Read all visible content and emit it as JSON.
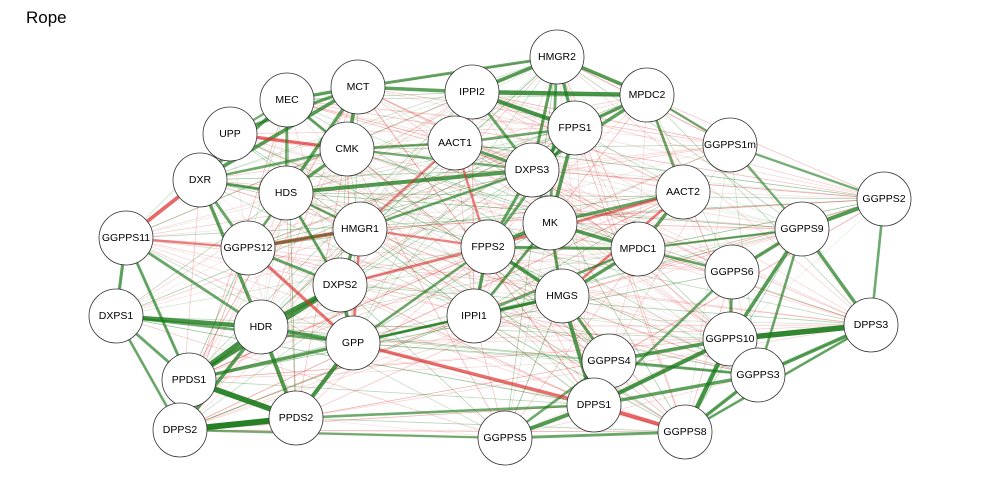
{
  "title": "Rope",
  "colors": {
    "positive": "#1a7a1a",
    "negative": "#e03030",
    "node_fill": "#ffffff",
    "node_stroke": "#333333",
    "background": "#ffffff"
  },
  "nodes": [
    {
      "id": "HMGR2",
      "label": "HMGR2"
    },
    {
      "id": "MPDC2",
      "label": "MPDC2"
    },
    {
      "id": "IPPI2",
      "label": "IPPI2"
    },
    {
      "id": "MCT",
      "label": "MCT"
    },
    {
      "id": "MEC",
      "label": "MEC"
    },
    {
      "id": "FPPS1",
      "label": "FPPS1"
    },
    {
      "id": "UPP",
      "label": "UPP"
    },
    {
      "id": "AACT1",
      "label": "AACT1"
    },
    {
      "id": "CMK",
      "label": "CMK"
    },
    {
      "id": "GGPPS1m",
      "label": "GGPPS1m"
    },
    {
      "id": "DXPS3",
      "label": "DXPS3"
    },
    {
      "id": "DXR",
      "label": "DXR"
    },
    {
      "id": "HDS",
      "label": "HDS"
    },
    {
      "id": "AACT2",
      "label": "AACT2"
    },
    {
      "id": "GGPPS2",
      "label": "GGPPS2"
    },
    {
      "id": "GGPPS11",
      "label": "GGPPS11"
    },
    {
      "id": "HMGR1",
      "label": "HMGR1"
    },
    {
      "id": "MK",
      "label": "MK"
    },
    {
      "id": "GGPPS9",
      "label": "GGPPS9"
    },
    {
      "id": "GGPPS12",
      "label": "GGPPS12"
    },
    {
      "id": "FPPS2",
      "label": "FPPS2"
    },
    {
      "id": "MPDC1",
      "label": "MPDC1"
    },
    {
      "id": "GGPPS6",
      "label": "GGPPS6"
    },
    {
      "id": "DXPS2",
      "label": "DXPS2"
    },
    {
      "id": "HMGS",
      "label": "HMGS"
    },
    {
      "id": "DXPS1",
      "label": "DXPS1"
    },
    {
      "id": "IPPI1",
      "label": "IPPI1"
    },
    {
      "id": "DPPS3",
      "label": "DPPS3"
    },
    {
      "id": "HDR",
      "label": "HDR"
    },
    {
      "id": "GPP",
      "label": "GPP"
    },
    {
      "id": "GGPPS10",
      "label": "GGPPS10"
    },
    {
      "id": "GGPPS4",
      "label": "GGPPS4"
    },
    {
      "id": "PPDS1",
      "label": "PPDS1"
    },
    {
      "id": "GGPPS3",
      "label": "GGPPS3"
    },
    {
      "id": "DPPS1",
      "label": "DPPS1"
    },
    {
      "id": "PPDS2",
      "label": "PPDS2"
    },
    {
      "id": "DPPS2",
      "label": "DPPS2"
    },
    {
      "id": "GGPPS8",
      "label": "GGPPS8"
    },
    {
      "id": "GGPPS5",
      "label": "GGPPS5"
    }
  ],
  "edges": [
    {
      "source": "PPDS2",
      "target": "DPPS2",
      "sign": "positive",
      "strength": 1.0
    },
    {
      "source": "PPDS1",
      "target": "PPDS2",
      "sign": "positive",
      "strength": 0.9
    },
    {
      "source": "PPDS1",
      "target": "DPPS2",
      "sign": "positive",
      "strength": 0.6
    },
    {
      "source": "HDR",
      "target": "PPDS1",
      "sign": "positive",
      "strength": 0.75
    },
    {
      "source": "HDR",
      "target": "DXPS1",
      "sign": "positive",
      "strength": 0.7
    },
    {
      "source": "HDR",
      "target": "DXPS2",
      "sign": "positive",
      "strength": 0.75
    },
    {
      "source": "HDR",
      "target": "GPP",
      "sign": "positive",
      "strength": 0.55
    },
    {
      "source": "HDR",
      "target": "PPDS2",
      "sign": "positive",
      "strength": 0.6
    },
    {
      "source": "GPP",
      "target": "PPDS2",
      "sign": "positive",
      "strength": 0.65
    },
    {
      "source": "GPP",
      "target": "DXPS2",
      "sign": "positive",
      "strength": 0.55
    },
    {
      "source": "GPP",
      "target": "PPDS1",
      "sign": "positive",
      "strength": 0.5
    },
    {
      "source": "DXPS2",
      "target": "PPDS1",
      "sign": "positive",
      "strength": 0.6
    },
    {
      "source": "DXPS2",
      "target": "HMGR1",
      "sign": "positive",
      "strength": 0.5
    },
    {
      "source": "DXPS2",
      "target": "GGPPS12",
      "sign": "positive",
      "strength": 0.4
    },
    {
      "source": "GGPPS12",
      "target": "HMGR1",
      "sign": "negative",
      "strength": 0.6
    },
    {
      "source": "GGPPS12",
      "target": "GPP",
      "sign": "negative",
      "strength": 0.45
    },
    {
      "source": "GGPPS12",
      "target": "DXR",
      "sign": "positive",
      "strength": 0.4
    },
    {
      "source": "GGPPS12",
      "target": "HDS",
      "sign": "positive",
      "strength": 0.35
    },
    {
      "source": "DXR",
      "target": "GGPPS11",
      "sign": "negative",
      "strength": 0.55
    },
    {
      "source": "DXR",
      "target": "HDS",
      "sign": "positive",
      "strength": 0.45
    },
    {
      "source": "DXR",
      "target": "UPP",
      "sign": "positive",
      "strength": 0.4
    },
    {
      "source": "DXR",
      "target": "MEC",
      "sign": "positive",
      "strength": 0.5
    },
    {
      "source": "DXR",
      "target": "MCT",
      "sign": "positive",
      "strength": 0.55
    },
    {
      "source": "DXR",
      "target": "CMK",
      "sign": "positive",
      "strength": 0.35
    },
    {
      "source": "DXR",
      "target": "HDR",
      "sign": "positive",
      "strength": 0.5
    },
    {
      "source": "UPP",
      "target": "CMK",
      "sign": "negative",
      "strength": 0.5
    },
    {
      "source": "UPP",
      "target": "MCT",
      "sign": "positive",
      "strength": 0.45
    },
    {
      "source": "UPP",
      "target": "MEC",
      "sign": "positive",
      "strength": 0.3
    },
    {
      "source": "MEC",
      "target": "MCT",
      "sign": "positive",
      "strength": 0.5
    },
    {
      "source": "MEC",
      "target": "CMK",
      "sign": "positive",
      "strength": 0.4
    },
    {
      "source": "MEC",
      "target": "HDS",
      "sign": "positive",
      "strength": 0.35
    },
    {
      "source": "MCT",
      "target": "CMK",
      "sign": "positive",
      "strength": 0.55
    },
    {
      "source": "MCT",
      "target": "IPPI2",
      "sign": "positive",
      "strength": 0.5
    },
    {
      "source": "MCT",
      "target": "HMGR2",
      "sign": "positive",
      "strength": 0.4
    },
    {
      "source": "MCT",
      "target": "HDS",
      "sign": "positive",
      "strength": 0.5
    },
    {
      "source": "CMK",
      "target": "HDS",
      "sign": "positive",
      "strength": 0.5
    },
    {
      "source": "CMK",
      "target": "AACT1",
      "sign": "positive",
      "strength": 0.35
    },
    {
      "source": "CMK",
      "target": "DXPS3",
      "sign": "positive",
      "strength": 0.3
    },
    {
      "source": "HDS",
      "target": "DXPS3",
      "sign": "positive",
      "strength": 0.6
    },
    {
      "source": "HDS",
      "target": "HMGR1",
      "sign": "positive",
      "strength": 0.35
    },
    {
      "source": "HDS",
      "target": "DXPS2",
      "sign": "positive",
      "strength": 0.4
    },
    {
      "source": "IPPI2",
      "target": "HMGR2",
      "sign": "positive",
      "strength": 0.55
    },
    {
      "source": "IPPI2",
      "target": "MPDC2",
      "sign": "positive",
      "strength": 0.7
    },
    {
      "source": "IPPI2",
      "target": "FPPS1",
      "sign": "positive",
      "strength": 0.65
    },
    {
      "source": "IPPI2",
      "target": "AACT1",
      "sign": "positive",
      "strength": 0.45
    },
    {
      "source": "IPPI2",
      "target": "DXPS3",
      "sign": "positive",
      "strength": 0.4
    },
    {
      "source": "HMGR2",
      "target": "MPDC2",
      "sign": "positive",
      "strength": 0.55
    },
    {
      "source": "HMGR2",
      "target": "FPPS1",
      "sign": "positive",
      "strength": 0.5
    },
    {
      "source": "HMGR2",
      "target": "DXPS3",
      "sign": "positive",
      "strength": 0.45
    },
    {
      "source": "HMGR2",
      "target": "MK",
      "sign": "positive",
      "strength": 0.4
    },
    {
      "source": "MPDC2",
      "target": "FPPS1",
      "sign": "positive",
      "strength": 0.5
    },
    {
      "source": "MPDC2",
      "target": "DXPS3",
      "sign": "positive",
      "strength": 0.5
    },
    {
      "source": "MPDC2",
      "target": "AACT2",
      "sign": "positive",
      "strength": 0.35
    },
    {
      "source": "MPDC2",
      "target": "GGPPS1m",
      "sign": "positive",
      "strength": 0.3
    },
    {
      "source": "FPPS1",
      "target": "DXPS3",
      "sign": "positive",
      "strength": 0.5
    },
    {
      "source": "FPPS1",
      "target": "MK",
      "sign": "positive",
      "strength": 0.55
    },
    {
      "source": "FPPS1",
      "target": "AACT1",
      "sign": "positive",
      "strength": 0.35
    },
    {
      "source": "FPPS1",
      "target": "FPPS2",
      "sign": "positive",
      "strength": 0.4
    },
    {
      "source": "AACT1",
      "target": "DXPS3",
      "sign": "positive",
      "strength": 0.45
    },
    {
      "source": "AACT1",
      "target": "HMGR1",
      "sign": "negative",
      "strength": 0.3
    },
    {
      "source": "AACT1",
      "target": "FPPS2",
      "sign": "negative",
      "strength": 0.3
    },
    {
      "source": "DXPS3",
      "target": "MK",
      "sign": "positive",
      "strength": 0.5
    },
    {
      "source": "DXPS3",
      "target": "FPPS2",
      "sign": "positive",
      "strength": 0.45
    },
    {
      "source": "DXPS3",
      "target": "HMGR1",
      "sign": "positive",
      "strength": 0.35
    },
    {
      "source": "AACT2",
      "target": "MK",
      "sign": "positive",
      "strength": 0.45
    },
    {
      "source": "AACT2",
      "target": "MPDC1",
      "sign": "positive",
      "strength": 0.5
    },
    {
      "source": "AACT2",
      "target": "FPPS2",
      "sign": "negative",
      "strength": 0.35
    },
    {
      "source": "AACT2",
      "target": "HMGS",
      "sign": "negative",
      "strength": 0.35
    },
    {
      "source": "MK",
      "target": "FPPS2",
      "sign": "positive",
      "strength": 0.55
    },
    {
      "source": "MK",
      "target": "MPDC1",
      "sign": "positive",
      "strength": 0.55
    },
    {
      "source": "MK",
      "target": "HMGS",
      "sign": "positive",
      "strength": 0.45
    },
    {
      "source": "MK",
      "target": "IPPI1",
      "sign": "positive",
      "strength": 0.4
    },
    {
      "source": "FPPS2",
      "target": "MPDC1",
      "sign": "positive",
      "strength": 0.45
    },
    {
      "source": "FPPS2",
      "target": "HMGS",
      "sign": "positive",
      "strength": 0.55
    },
    {
      "source": "FPPS2",
      "target": "IPPI1",
      "sign": "positive",
      "strength": 0.5
    },
    {
      "source": "FPPS2",
      "target": "GPP",
      "sign": "positive",
      "strength": 0.35
    },
    {
      "source": "FPPS2",
      "target": "DXPS2",
      "sign": "negative",
      "strength": 0.35
    },
    {
      "source": "MPDC1",
      "target": "HMGS",
      "sign": "positive",
      "strength": 0.5
    },
    {
      "source": "MPDC1",
      "target": "GGPPS6",
      "sign": "positive",
      "strength": 0.35
    },
    {
      "source": "MPDC1",
      "target": "GGPPS9",
      "sign": "positive",
      "strength": 0.3
    },
    {
      "source": "MPDC1",
      "target": "IPPI1",
      "sign": "positive",
      "strength": 0.35
    },
    {
      "source": "HMGS",
      "target": "IPPI1",
      "sign": "positive",
      "strength": 0.5
    },
    {
      "source": "HMGS",
      "target": "GGPPS4",
      "sign": "positive",
      "strength": 0.45
    },
    {
      "source": "HMGS",
      "target": "DPPS1",
      "sign": "positive",
      "strength": 0.6
    },
    {
      "source": "HMGS",
      "target": "GPP",
      "sign": "positive",
      "strength": 0.35
    },
    {
      "source": "IPPI1",
      "target": "GPP",
      "sign": "positive",
      "strength": 0.35
    },
    {
      "source": "GGPPS9",
      "target": "GGPPS2",
      "sign": "positive",
      "strength": 0.6
    },
    {
      "source": "GGPPS9",
      "target": "GGPPS6",
      "sign": "positive",
      "strength": 0.5
    },
    {
      "source": "GGPPS9",
      "target": "GGPPS10",
      "sign": "positive",
      "strength": 0.55
    },
    {
      "source": "GGPPS9",
      "target": "DPPS3",
      "sign": "positive",
      "strength": 0.5
    },
    {
      "source": "GGPPS9",
      "target": "GGPPS1m",
      "sign": "positive",
      "strength": 0.3
    },
    {
      "source": "GGPPS9",
      "target": "GGPPS3",
      "sign": "positive",
      "strength": 0.35
    },
    {
      "source": "GGPPS6",
      "target": "GGPPS10",
      "sign": "positive",
      "strength": 0.45
    },
    {
      "source": "GGPPS6",
      "target": "DPPS1",
      "sign": "positive",
      "strength": 0.35
    },
    {
      "source": "GGPPS10",
      "target": "DPPS3",
      "sign": "positive",
      "strength": 0.9
    },
    {
      "source": "GGPPS10",
      "target": "GGPPS3",
      "sign": "positive",
      "strength": 0.7
    },
    {
      "source": "GGPPS10",
      "target": "GGPPS4",
      "sign": "positive",
      "strength": 0.55
    },
    {
      "source": "GGPPS10",
      "target": "DPPS1",
      "sign": "positive",
      "strength": 0.65
    },
    {
      "source": "GGPPS10",
      "target": "GGPPS8",
      "sign": "positive",
      "strength": 0.7
    },
    {
      "source": "GGPPS3",
      "target": "DPPS3",
      "sign": "positive",
      "strength": 0.55
    },
    {
      "source": "GGPPS3",
      "target": "DPPS1",
      "sign": "positive",
      "strength": 0.5
    },
    {
      "source": "GGPPS3",
      "target": "GGPPS8",
      "sign": "positive",
      "strength": 0.5
    },
    {
      "source": "GGPPS3",
      "target": "GGPPS4",
      "sign": "positive",
      "strength": 0.4
    },
    {
      "source": "GGPPS4",
      "target": "DPPS1",
      "sign": "positive",
      "strength": 0.55
    },
    {
      "source": "GGPPS4",
      "target": "GGPPS5",
      "sign": "positive",
      "strength": 0.35
    },
    {
      "source": "DPPS1",
      "target": "GGPPS8",
      "sign": "negative",
      "strength": 0.6
    },
    {
      "source": "DPPS1",
      "target": "GGPPS5",
      "sign": "positive",
      "strength": 0.6
    },
    {
      "source": "DPPS1",
      "target": "GPP",
      "sign": "negative",
      "strength": 0.5
    },
    {
      "source": "DPPS1",
      "target": "PPDS2",
      "sign": "positive",
      "strength": 0.35
    },
    {
      "source": "GGPPS8",
      "target": "GGPPS5",
      "sign": "positive",
      "strength": 0.4
    },
    {
      "source": "DPPS3",
      "target": "GGPPS2",
      "sign": "positive",
      "strength": 0.35
    },
    {
      "source": "DPPS3",
      "target": "GGPPS8",
      "sign": "positive",
      "strength": 0.35
    },
    {
      "source": "GGPPS2",
      "target": "GGPPS1m",
      "sign": "positive",
      "strength": 0.3
    },
    {
      "source": "GGPPS11",
      "target": "DXPS1",
      "sign": "positive",
      "strength": 0.45
    },
    {
      "source": "GGPPS11",
      "target": "PPDS1",
      "sign": "positive",
      "strength": 0.4
    },
    {
      "source": "GGPPS11",
      "target": "HDR",
      "sign": "positive",
      "strength": 0.4
    },
    {
      "source": "GGPPS11",
      "target": "GGPPS12",
      "sign": "negative",
      "strength": 0.3
    },
    {
      "source": "DXPS1",
      "target": "PPDS1",
      "sign": "positive",
      "strength": 0.4
    },
    {
      "source": "DXPS1",
      "target": "DPPS2",
      "sign": "positive",
      "strength": 0.35
    },
    {
      "source": "DXPS1",
      "target": "GPP",
      "sign": "positive",
      "strength": 0.35
    },
    {
      "source": "DPPS2",
      "target": "HDR",
      "sign": "positive",
      "strength": 0.55
    },
    {
      "source": "DPPS2",
      "target": "GGPPS5",
      "sign": "positive",
      "strength": 0.3
    },
    {
      "source": "HMGR1",
      "target": "GGPPS12",
      "sign": "positive",
      "strength": 0.3
    },
    {
      "source": "HMGR1",
      "target": "FPPS2",
      "sign": "negative",
      "strength": 0.3
    },
    {
      "source": "HMGR1",
      "target": "GPP",
      "sign": "negative",
      "strength": 0.35
    }
  ]
}
